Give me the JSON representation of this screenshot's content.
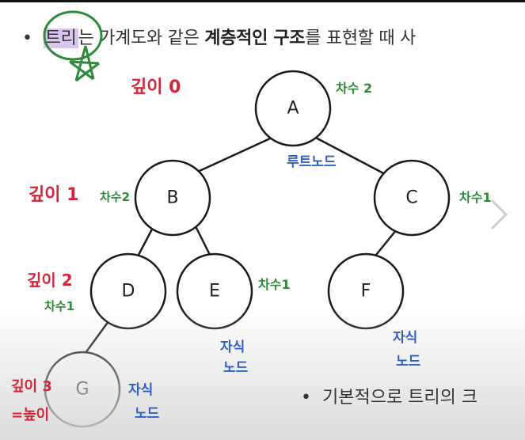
{
  "intro": {
    "bullet": "•",
    "term": "트리",
    "rest_plain": "는 가계도와 같은 ",
    "rest_bold1": "계층적인 구조",
    "rest_plain2": "를 표현할 때 사"
  },
  "footer_text": {
    "bullet": "•",
    "text": "기본적으로 트리의 크"
  },
  "nodes": [
    {
      "id": "A",
      "label": "A"
    },
    {
      "id": "B",
      "label": "B"
    },
    {
      "id": "C",
      "label": "C"
    },
    {
      "id": "D",
      "label": "D"
    },
    {
      "id": "E",
      "label": "E"
    },
    {
      "id": "F",
      "label": "F"
    },
    {
      "id": "G",
      "label": "G"
    }
  ],
  "edges": [
    [
      "A",
      "B"
    ],
    [
      "A",
      "C"
    ],
    [
      "B",
      "D"
    ],
    [
      "B",
      "E"
    ],
    [
      "C",
      "F"
    ],
    [
      "D",
      "G"
    ]
  ],
  "annotations": {
    "depth0": "깊이 0",
    "depth1": "깊이 1",
    "depth2": "깊이 2",
    "depth3": "깊이 3",
    "height": "=높이",
    "degree_A": "차수 2",
    "degree_B": "차수2",
    "degree_C": "차수1",
    "degree_D": "차수1",
    "degree_E": "차수1",
    "root": "루트노드",
    "leaf_E1": "자식",
    "leaf_E2": "노드",
    "leaf_F1": "자식",
    "leaf_F2": "노드",
    "leaf_G1": "자식",
    "leaf_G2": "노드"
  },
  "colors": {
    "highlight": "#d9c6ee",
    "annotation_red": "#d3263a",
    "annotation_green": "#2e8b3a",
    "annotation_blue": "#2f5fc4"
  },
  "icons": {
    "next": "chevron-right-icon",
    "star": "star-icon"
  }
}
